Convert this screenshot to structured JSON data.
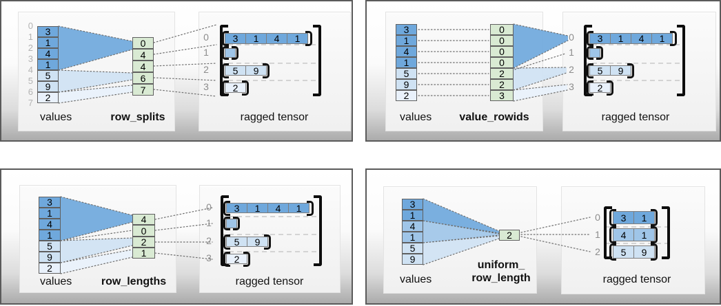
{
  "colors": {
    "row0_blue": "#6fa8dc",
    "row1_blue": "#9fc5e8",
    "row2_blue": "#cfe2f3",
    "row3_blue": "#e9f1fb",
    "method_green": "#d9ead3",
    "panel_border": "#5a5a5a"
  },
  "panel1": {
    "values_label": "values",
    "method_label": "row_splits",
    "tensor_label": "ragged tensor",
    "left_indices": [
      "0",
      "1",
      "2",
      "3",
      "4",
      "5",
      "6",
      "7"
    ],
    "values": [
      "3",
      "1",
      "4",
      "1",
      "5",
      "9",
      "2"
    ],
    "method_values": [
      "0",
      "4",
      "4",
      "6",
      "7"
    ],
    "row_indices": [
      "0",
      "1",
      "2",
      "3"
    ],
    "tensor_rows": {
      "r0": [
        "3",
        "1",
        "4",
        "1"
      ],
      "r2": [
        "5",
        "9"
      ],
      "r3": [
        "2"
      ]
    }
  },
  "panel2": {
    "values_label": "values",
    "method_label": "value_rowids",
    "tensor_label": "ragged tensor",
    "values": [
      "3",
      "1",
      "4",
      "1",
      "5",
      "9",
      "2"
    ],
    "method_values": [
      "0",
      "0",
      "0",
      "0",
      "2",
      "2",
      "3"
    ],
    "row_indices": [
      "0",
      "1",
      "2",
      "3"
    ],
    "tensor_rows": {
      "r0": [
        "3",
        "1",
        "4",
        "1"
      ],
      "r2": [
        "5",
        "9"
      ],
      "r3": [
        "2"
      ]
    }
  },
  "panel3": {
    "values_label": "values",
    "method_label": "row_lengths",
    "tensor_label": "ragged tensor",
    "values": [
      "3",
      "1",
      "4",
      "1",
      "5",
      "9",
      "2"
    ],
    "method_values": [
      "4",
      "0",
      "2",
      "1"
    ],
    "row_indices": [
      "0",
      "1",
      "2",
      "3"
    ],
    "tensor_rows": {
      "r0": [
        "3",
        "1",
        "4",
        "1"
      ],
      "r2": [
        "5",
        "9"
      ],
      "r3": [
        "2"
      ]
    }
  },
  "panel4": {
    "values_label": "values",
    "method_label_line1": "uniform_",
    "method_label_line2": "row_length",
    "tensor_label": "ragged tensor",
    "values": [
      "3",
      "1",
      "4",
      "1",
      "5",
      "9"
    ],
    "method_values": [
      "2"
    ],
    "row_indices": [
      "0",
      "1",
      "2"
    ],
    "tensor_rows": {
      "r0": [
        "3",
        "1"
      ],
      "r1": [
        "4",
        "1"
      ],
      "r2": [
        "5",
        "9"
      ]
    }
  }
}
